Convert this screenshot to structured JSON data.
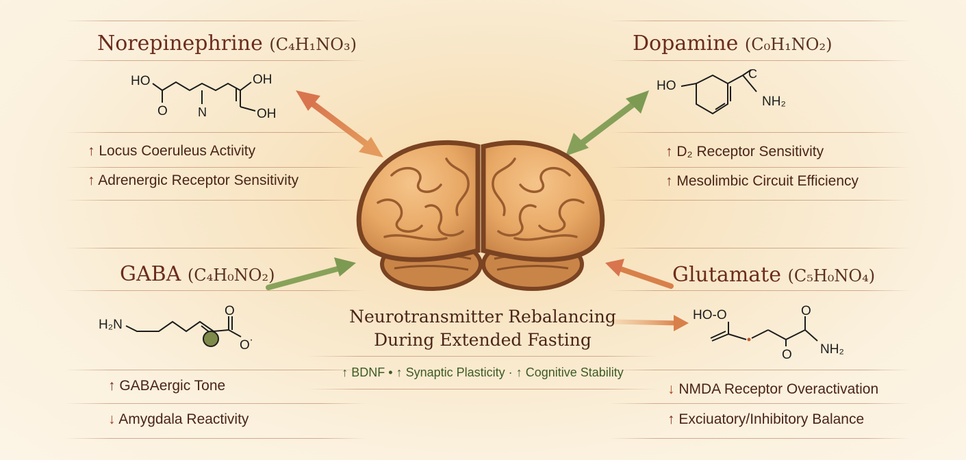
{
  "panels": {
    "norepinephrine": {
      "name": "Norepinephrine",
      "formula": "(C₄H₁NO₃)",
      "atoms": [
        "HO",
        "O",
        "N",
        "OH",
        "OH"
      ],
      "effects": [
        {
          "arrow": "↑",
          "text": "Locus Coeruleus Activity"
        },
        {
          "arrow": "↑",
          "text": "Adrenergic Receptor Sensitivity"
        }
      ]
    },
    "dopamine": {
      "name": "Dopamine",
      "formula": "(C₀H₁NO₂)",
      "atoms": [
        "HO",
        "C",
        "NH₂"
      ],
      "effects": [
        {
          "arrow": "↑",
          "text": "D₂ Receptor Sensitivity"
        },
        {
          "arrow": "↑",
          "text": "Mesolimbic Circuit Efficiency"
        }
      ]
    },
    "gaba": {
      "name": "GABA",
      "formula": "(C₄H₀NO₂)",
      "atoms": [
        "H₂N",
        "O",
        "O˙"
      ],
      "effects": [
        {
          "arrow": "↑",
          "text": "GABAergic Tone"
        },
        {
          "arrow": "↓",
          "text": "Amygdala Reactivity"
        }
      ]
    },
    "glutamate": {
      "name": "Glutamate",
      "formula": "(C₅H₀NO₄)",
      "atoms": [
        "HO-O",
        "O",
        "O",
        "NH₂"
      ],
      "effects": [
        {
          "arrow": "↓",
          "text": "NMDA Receptor Overactivation"
        },
        {
          "arrow": "↑",
          "text": "Exciuatory/Inhibitory Balance"
        }
      ]
    }
  },
  "center": {
    "title_line1": "Neurotransmitter Rebalancing",
    "title_line2": "During Extended Fasting",
    "benefits": [
      {
        "arrow": "↑",
        "text": "BDNF"
      },
      {
        "arrow": "↑",
        "text": "Synaptic Plasticity"
      },
      {
        "arrow": "↑",
        "text": "Cognitive Stability"
      }
    ],
    "separators": [
      "•",
      "·"
    ]
  },
  "icons": {
    "brain": "brain-icon",
    "arrows": [
      "double-arrow-icon",
      "double-arrow-icon",
      "arrow-right-icon",
      "arrow-left-icon"
    ]
  },
  "colors": {
    "title": "#6b2c1c",
    "arrow_orange": "#d9774a",
    "arrow_green": "#7d9a52",
    "brain_fill": "#e8a865",
    "brain_outline": "#7a4322",
    "benefit_green": "#3f5a24"
  }
}
